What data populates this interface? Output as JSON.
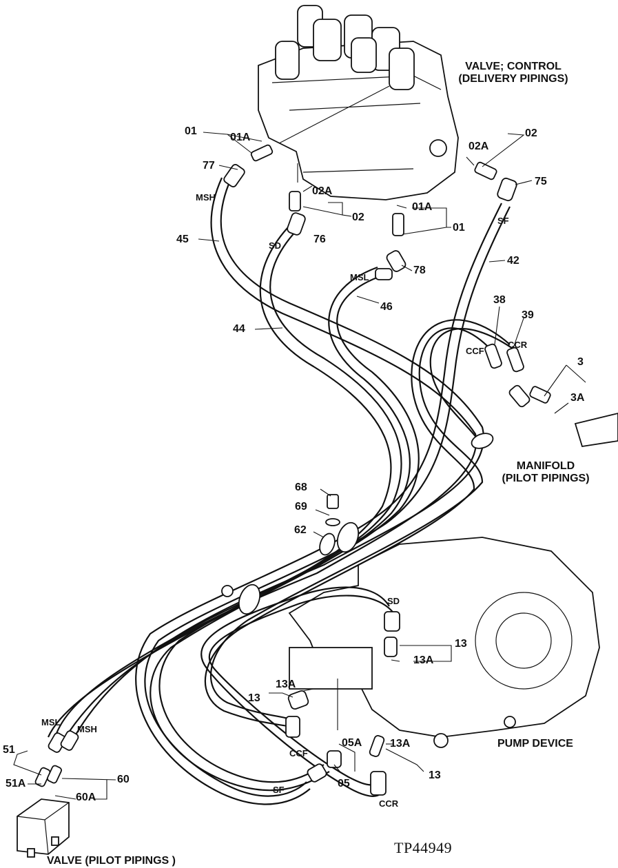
{
  "labels": {
    "valve_control": "VALVE; CONTROL\n(DELIVERY PIPINGS)",
    "manifold": "MANIFOLD\n(PILOT PIPINGS)",
    "pump_device": "PUMP DEVICE",
    "valve_pilot": "VALVE (PILOT PIPINGS )",
    "drawing_code": "TP44949"
  },
  "callouts": {
    "c01a_top": "01",
    "c01a_top_sub": "01A",
    "c77": "77",
    "msh_top": "MSH",
    "c45": "45",
    "c02a_mid": "02A",
    "c02_mid": "02",
    "sd_top": "SD",
    "c76": "76",
    "c44": "44",
    "c02_right": "02",
    "c02a_right": "02A",
    "c75": "75",
    "sf_top": "SF",
    "c01a_right": "01A",
    "c01_right": "01",
    "c78": "78",
    "msl_top": "MSL",
    "c46": "46",
    "c42": "42",
    "c38": "38",
    "c39": "39",
    "ccr_top": "CCR",
    "ccf_top": "CCF",
    "c3": "3",
    "c3a": "3A",
    "c68": "68",
    "c69": "69",
    "c62": "62",
    "sd_pump": "SD",
    "c13_a": "13",
    "c13a_a": "13A",
    "c13_b": "13",
    "c13a_b": "13A",
    "ccf_pump": "CCF",
    "c05a": "05A",
    "c05": "05",
    "c13a_c": "13A",
    "c13_c": "13",
    "sf_pump": "SF",
    "ccr_pump": "CCR",
    "msl_left": "MSL",
    "msh_left": "MSH",
    "c51": "51",
    "c51a": "51A",
    "c60": "60",
    "c60a": "60A"
  }
}
